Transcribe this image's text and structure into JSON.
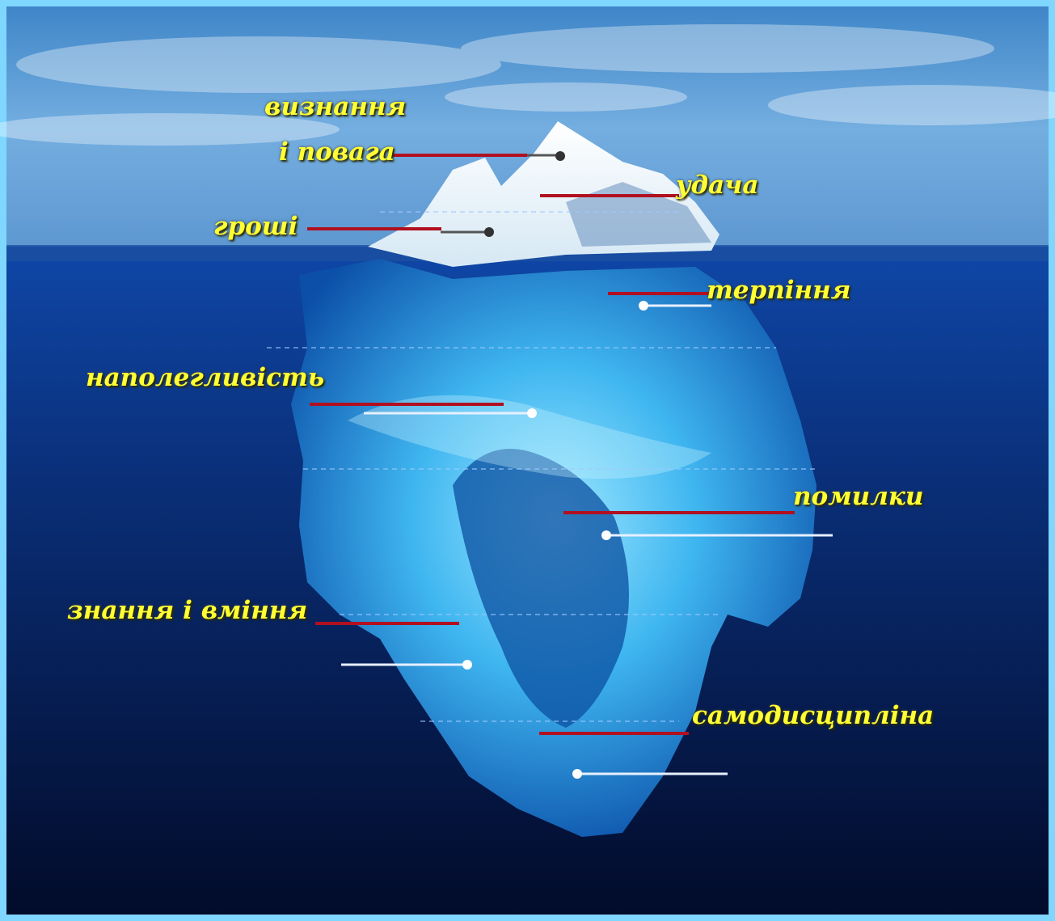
{
  "heading": "",
  "labels": {
    "recognition_line1": "визнання",
    "recognition_line2": "і повага",
    "luck": "удача",
    "money": "гроші",
    "patience": "терпіння",
    "persistence": "наполегливість",
    "mistakes": "помилки",
    "knowledge": "знання і вміння",
    "self_discipline": "самодисципліна"
  },
  "colors": {
    "label_text": "#ffff33",
    "connector_line": "#b01020",
    "frame": "#7fd6ff"
  }
}
